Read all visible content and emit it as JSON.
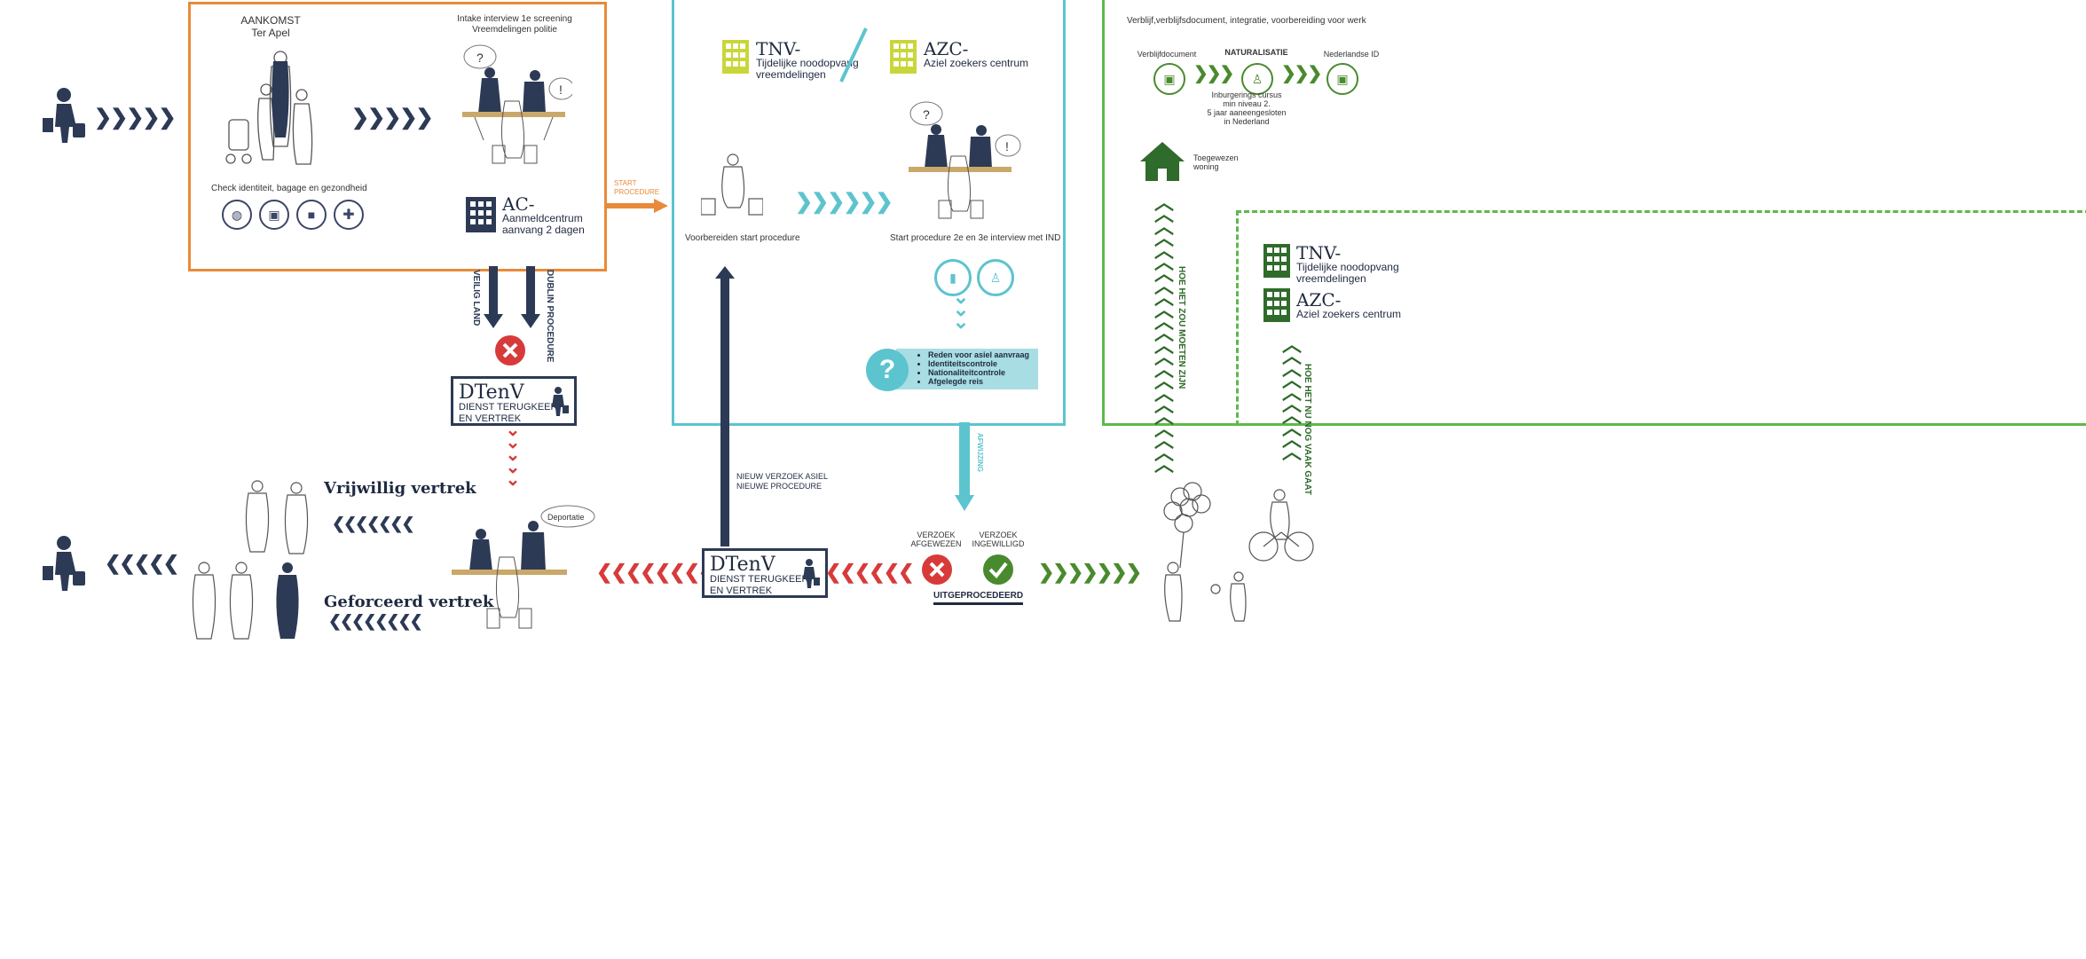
{
  "colors": {
    "orange": "#e88a3a",
    "cyan": "#5cc4cf",
    "green": "#5db94a",
    "dark_green": "#2f6b2a",
    "navy": "#2c3a55",
    "red": "#d83a3a",
    "lime": "#c9d63a"
  },
  "arrival": {
    "title_line1": "AANKOMST",
    "title_line2": "Ter Apel",
    "check": "Check identiteit, bagage en gezondheid",
    "check_icons": [
      "fingerprint-icon",
      "id-card-icon",
      "briefcase-icon",
      "medical-cross-icon"
    ]
  },
  "intake": {
    "line1": "Intake interview 1e screening",
    "line2": "Vreemdelingen politie",
    "q": "?",
    "ex": "!"
  },
  "ac": {
    "abbr": "AC-",
    "line1": "Aanmeldcentrum",
    "line2": "aanvang 2 dagen"
  },
  "start_procedure": {
    "line1": "START",
    "line2": "PROCEDURE"
  },
  "vertical_labels": {
    "veilig_land": "VEILIG LAND",
    "dublin": "DUBLIN PROCEDURE",
    "afwijzing": "AFWIJZING",
    "hoe_moeten": "HOE HET ZOU MOETEN ZIJN",
    "hoe_nu": "HOE HET NU NOG VAAK GAAT"
  },
  "dtenv": {
    "abbr": "DTenV",
    "line1": "DIENST TERUGKEER",
    "line2": "EN VERTREK"
  },
  "tnv": {
    "abbr": "TNV-",
    "line1": "Tijdelijke noodopvang",
    "line2": "vreemdelingen"
  },
  "azc": {
    "abbr": "AZC-",
    "line1": "Aziel zoekers centrum"
  },
  "prepare": {
    "label": "Voorbereiden start procedure"
  },
  "ind": {
    "label": "Start procedure 2e en 3e interview met IND",
    "q": "?",
    "ex": "!"
  },
  "reasons": {
    "mark": "?",
    "items": [
      "Reden voor asiel aanvraag",
      "Identiteitscontrole",
      "Nationaliteitcontrole",
      "Afgelegde reis"
    ]
  },
  "residence": {
    "heading": "Verblijf,verblijfsdocument, integratie, voorbereiding voor werk",
    "doc1": "Verblijfdocument",
    "naturalisatie": "NATURALISATIE",
    "doc2": "Nederlandse ID",
    "course_line1": "Inburgerings cursus",
    "course_line2": "min niveau 2.",
    "course_line3": "5 jaar aaneengesloten",
    "course_line4": "in Nederland",
    "house_line1": "Toegewezen",
    "house_line2": "woning"
  },
  "departure": {
    "voluntary": "Vrijwillig vertrek",
    "forced": "Geforceerd vertrek",
    "deportatie": "Deportatie"
  },
  "new_request": {
    "line1": "NIEUW VERZOEK ASIEL",
    "line2": "NIEUWE PROCEDURE"
  },
  "decision": {
    "rejected_line1": "VERZOEK",
    "rejected_line2": "AFGEWEZEN",
    "granted_line1": "VERZOEK",
    "granted_line2": "INGEWILLIGD",
    "uitgeprocedeerd": "UITGEPROCEDEERD"
  }
}
